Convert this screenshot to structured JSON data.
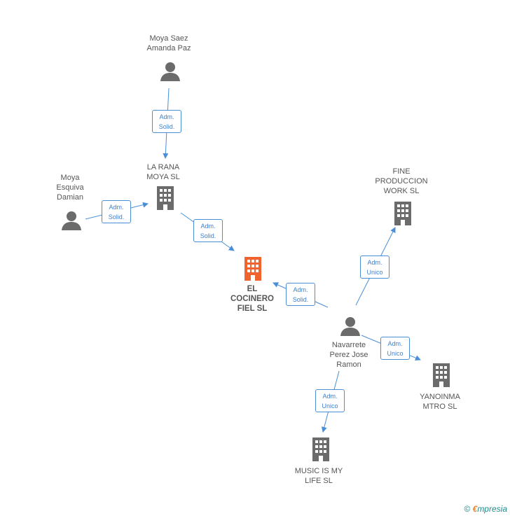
{
  "colors": {
    "edge": "#4a8ed8",
    "icon": "#6b6b6b",
    "focus": "#f0622e"
  },
  "nodes": {
    "moya_saez": {
      "label": "Moya Saez\nAmanda Paz",
      "icon": "person-icon"
    },
    "la_rana": {
      "label": "LA RANA\nMOYA SL",
      "icon": "building-icon"
    },
    "moya_esquiva": {
      "label": "Moya\nEsquiva\nDamian",
      "icon": "person-icon"
    },
    "el_cocinero": {
      "label": "EL\nCOCINERO\nFIEL SL",
      "icon": "building-icon"
    },
    "fine_produccion": {
      "label": "FINE\nPRODUCCION\nWORK SL",
      "icon": "building-icon"
    },
    "navarrete": {
      "label": "Navarrete\nPerez Jose\nRamon",
      "icon": "person-icon"
    },
    "yanoinma": {
      "label": "YANOINMA\nMTRO SL",
      "icon": "building-icon"
    },
    "music": {
      "label": "MUSIC IS MY\nLIFE  SL",
      "icon": "building-icon"
    }
  },
  "edges": {
    "saez_larana": "Adm.\nSolid.",
    "esquiva_larana": "Adm.\nSolid.",
    "larana_cocinero": "Adm.\nSolid.",
    "navarrete_cocinero": "Adm.\nSolid.",
    "navarrete_fine": "Adm.\nUnico",
    "navarrete_yanoinma": "Adm.\nUnico",
    "navarrete_music": "Adm.\nUnico"
  },
  "footer": {
    "copyright": "©",
    "brand_e": "€",
    "brand_rest": "mpresia"
  }
}
